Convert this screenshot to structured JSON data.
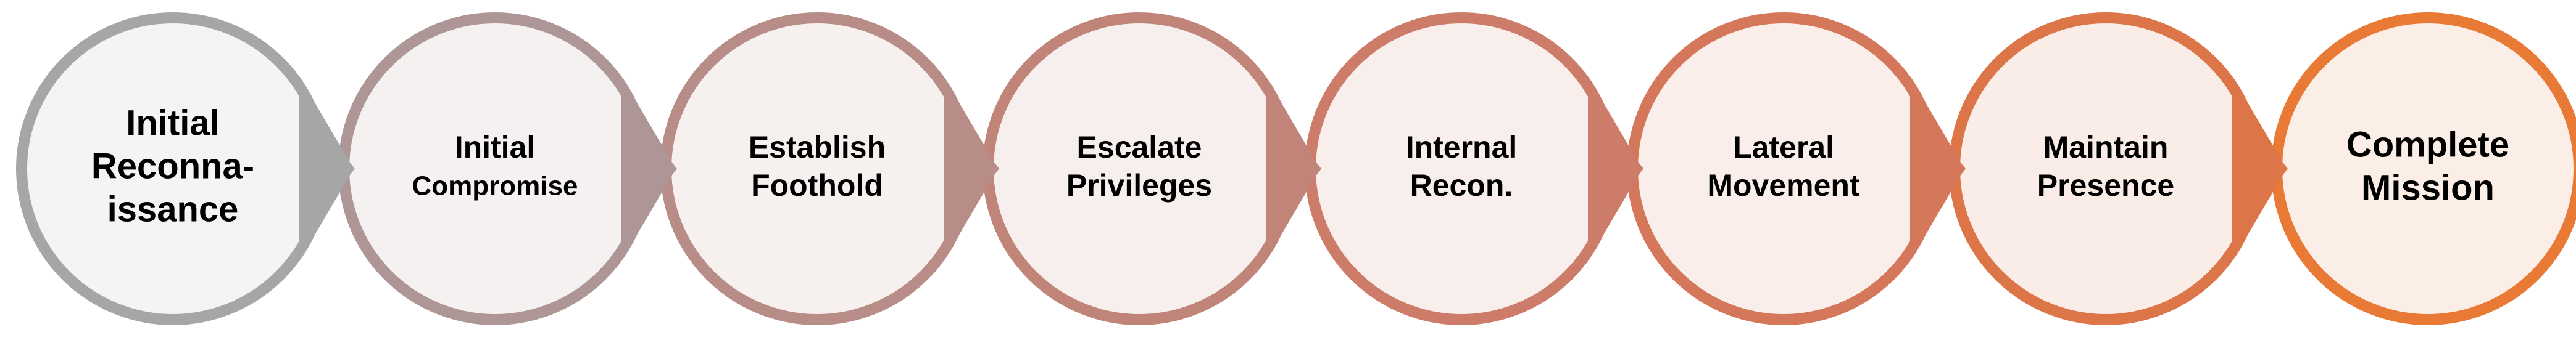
{
  "stages": [
    {
      "lines": [
        "Initial",
        "Reconna-",
        "issance"
      ],
      "ring_color": "#a6a6a6",
      "fill_color": "#f4f4f4"
    },
    {
      "lines": [
        "Initial",
        "Compromise"
      ],
      "ring_color": "#ae9696",
      "fill_color": "#f5f1f1"
    },
    {
      "lines": [
        "Establish",
        "Foothold"
      ],
      "ring_color": "#b88c87",
      "fill_color": "#f6f0ef"
    },
    {
      "lines": [
        "Escalate",
        "Privileges"
      ],
      "ring_color": "#c08479",
      "fill_color": "#f7efed"
    },
    {
      "lines": [
        "Internal",
        "Recon."
      ],
      "ring_color": "#cc7c69",
      "fill_color": "#f8eeeb"
    },
    {
      "lines": [
        "Lateral",
        "Movement"
      ],
      "ring_color": "#d4775a",
      "fill_color": "#f9eeea"
    },
    {
      "lines": [
        "Maintain",
        "Presence"
      ],
      "ring_color": "#dc7548",
      "fill_color": "#faede7"
    },
    {
      "lines": [
        "Complete",
        "Mission"
      ],
      "ring_color": "#e97a36",
      "fill_color": "#fbeee6"
    }
  ]
}
